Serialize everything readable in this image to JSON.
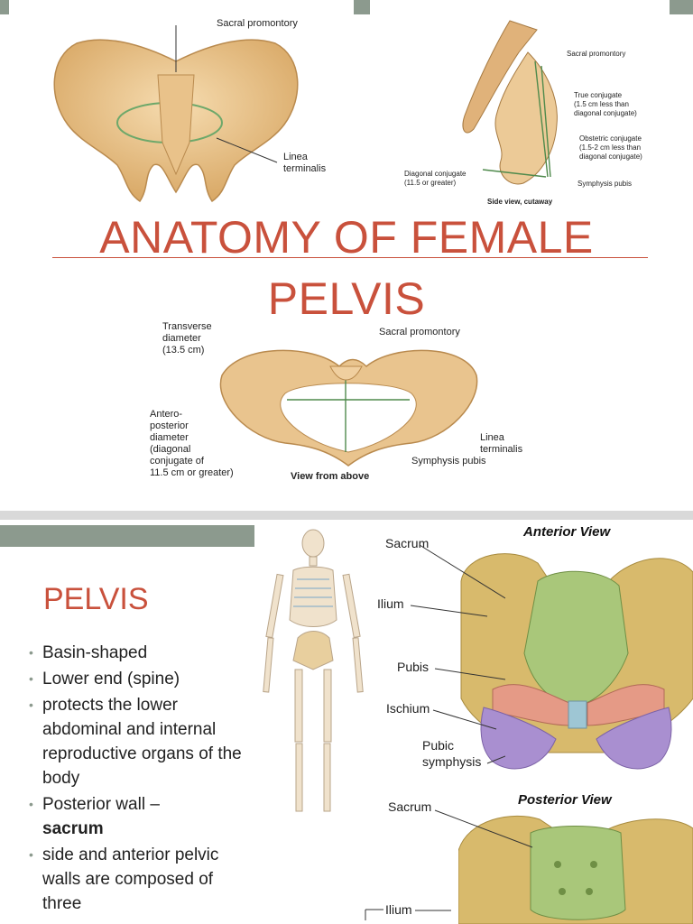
{
  "slide1": {
    "title_line1": "ANATOMY OF FEMALE",
    "title_line2": "PELVIS",
    "fig_top_left": {
      "sacral_promontory": "Sacral promontory",
      "linea_terminalis_1": "Linea",
      "linea_terminalis_2": "terminalis"
    },
    "fig_top_right": {
      "sacral_promontory": "Sacral promontory",
      "true_conjugate_1": "True conjugate",
      "true_conjugate_2": "(1.5 cm less than",
      "true_conjugate_3": "diagonal conjugate)",
      "obstetric_1": "Obstetric conjugate",
      "obstetric_2": "(1.5-2 cm less than",
      "obstetric_3": "diagonal conjugate)",
      "diagonal_1": "Diagonal conjugate",
      "diagonal_2": "(11.5 or greater)",
      "symphysis": "Symphysis pubis",
      "caption": "Side view, cutaway"
    },
    "fig_bottom": {
      "transverse_1": "Transverse",
      "transverse_2": "diameter",
      "transverse_3": "(13.5 cm)",
      "sacral_promontory": "Sacral promontory",
      "ap_1": "Antero-",
      "ap_2": "posterior",
      "ap_3": "diameter",
      "ap_4": "(diagonal",
      "ap_5": "conjugate of",
      "ap_6": "11.5 cm or greater)",
      "linea_1": "Linea",
      "linea_2": "terminalis",
      "symphysis": "Symphysis pubis",
      "caption": "View from above"
    }
  },
  "slide2": {
    "heading": "PELVIS",
    "bullets": [
      "Basin-shaped",
      "Lower end (spine)",
      "protects the lower abdominal and internal reproductive organs of the body",
      "Posterior wall –",
      "side and anterior pelvic walls are composed of three"
    ],
    "bullet4_bold": "sacrum",
    "anterior": {
      "title": "Anterior View",
      "sacrum": "Sacrum",
      "ilium": "Ilium",
      "pubis": "Pubis",
      "ischium": "Ischium",
      "pubic_1": "Pubic",
      "pubic_2": "symphysis"
    },
    "posterior": {
      "title": "Posterior View",
      "sacrum": "Sacrum",
      "ilium": "Ilium"
    }
  },
  "colors": {
    "accent": "#c9513c",
    "bar": "#8c9a8e",
    "bone": "#e8c48d",
    "ilium": "#d8ba6c",
    "sacrum": "#a9c77a",
    "pubis": "#e59a86",
    "ischium": "#a98fd0"
  }
}
